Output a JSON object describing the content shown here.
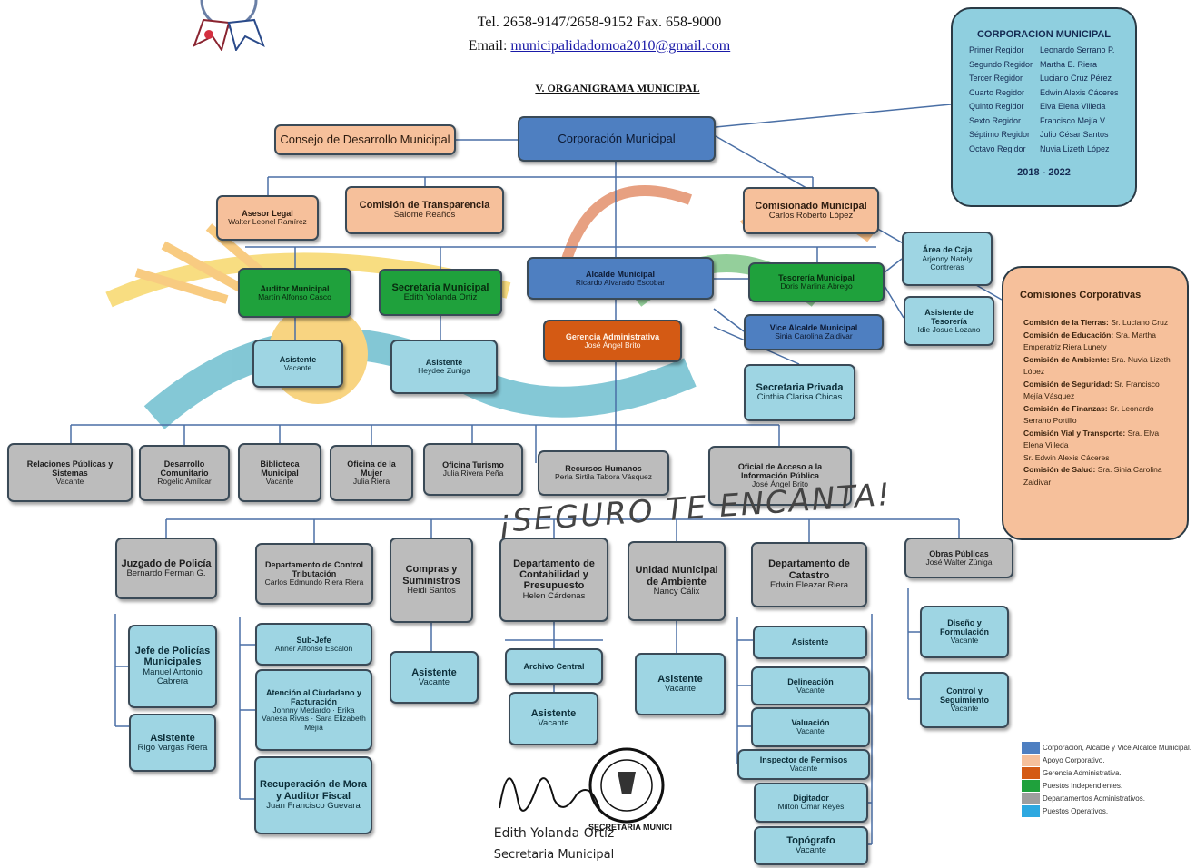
{
  "header": {
    "tel": "Tel. 2658-9147/2658-9152 Fax. 658-9000",
    "email_label": "Email:",
    "email": "municipalidadomoa2010@gmail.com",
    "section_title": "V. ORGANIGRAMA MUNICIPAL"
  },
  "corporacion": {
    "title": "CORPORACION MUNICIPAL",
    "members": [
      {
        "role": "Primer Regidor",
        "name": "Leonardo Serrano P."
      },
      {
        "role": "Segundo Regidor",
        "name": "Martha E. Riera"
      },
      {
        "role": "Tercer Regidor",
        "name": "Luciano Cruz Pérez"
      },
      {
        "role": "Cuarto Regidor",
        "name": "Edwin Alexis Cáceres"
      },
      {
        "role": "Quinto Regidor",
        "name": "Elva Elena Villeda"
      },
      {
        "role": "Sexto Regidor",
        "name": "Francisco Mejía V."
      },
      {
        "role": "Séptimo Regidor",
        "name": "Julio César Santos"
      },
      {
        "role": "Octavo Regidor",
        "name": "Nuvia Lizeth López"
      }
    ],
    "period": "2018 - 2022"
  },
  "comisiones": {
    "title": "Comisiones Corporativas",
    "items": [
      {
        "label": "Comisión de la Tierras:",
        "value": "Sr. Luciano Cruz"
      },
      {
        "label": "Comisión de Educación:",
        "value": "Sra. Martha Emperatriz Riera Lunety"
      },
      {
        "label": "Comisión de Ambiente:",
        "value": "Sra. Nuvia Lizeth López"
      },
      {
        "label": "Comisión de Seguridad:",
        "value": "Sr. Francisco Mejía Vásquez"
      },
      {
        "label": "Comisión de Finanzas:",
        "value": "Sr. Leonardo Serrano Portillo"
      },
      {
        "label": "Comisión Vial y Transporte:",
        "value": "Sra. Elva Elena Villeda"
      },
      {
        "label": "",
        "value": "Sr. Edwin Alexis Cáceres"
      },
      {
        "label": "Comisión de Salud:",
        "value": "Sra. Sinia Carolina Zaldivar"
      }
    ]
  },
  "boxes": {
    "consejo": {
      "title": "Consejo de Desarrollo Municipal"
    },
    "corporacion": {
      "title": "Corporación Municipal"
    },
    "asesor": {
      "title": "Asesor Legal",
      "sub": "Walter Leonel Ramírez"
    },
    "transparencia": {
      "title": "Comisión de Transparencia",
      "sub": "Salome Reaños"
    },
    "comisionado": {
      "title": "Comisionado Municipal",
      "sub": "Carlos Roberto López"
    },
    "alcalde": {
      "title": "Alcalde Municipal",
      "sub": "Ricardo Alvarado Escobar"
    },
    "auditor": {
      "title": "Auditor Municipal",
      "sub": "Martín Alfonso Casco"
    },
    "secretaria": {
      "title": "Secretaria Municipal",
      "sub": "Edith Yolanda Ortiz"
    },
    "tesoreria": {
      "title": "Tesorería Municipal",
      "sub": "Doris Marlina Abrego"
    },
    "caja": {
      "title": "Área de Caja",
      "sub": "Arjenny Nately Contreras"
    },
    "asist_tesoreria": {
      "title": "Asistente de Tesorería",
      "sub": "Idie Josue Lozano"
    },
    "gerencia": {
      "title": "Gerencia Administrativa",
      "sub": "José Ángel Brito"
    },
    "vicealcalde": {
      "title": "Vice Alcalde Municipal",
      "sub": "Sinia Carolina Zaldivar"
    },
    "sec_privada": {
      "title": "Secretaria Privada",
      "sub": "Cinthia Clarisa Chicas"
    },
    "asist_auditor": {
      "title": "Asistente",
      "sub": "Vacante"
    },
    "asist_secretaria": {
      "title": "Asistente",
      "sub": "Heydee Zuniga"
    },
    "relaciones": {
      "title": "Relaciones Públicas y Sistemas",
      "sub": "Vacante"
    },
    "desarrollo": {
      "title": "Desarrollo Comunitario",
      "sub": "Rogelio Amílcar"
    },
    "biblioteca": {
      "title": "Biblioteca Municipal",
      "sub": "Vacante"
    },
    "mujer": {
      "title": "Oficina de la Mujer",
      "sub": "Julia Riera"
    },
    "turismo": {
      "title": "Oficina Turismo",
      "sub": "Julia Rivera Peña"
    },
    "rrhh": {
      "title": "Recursos Humanos",
      "sub": "Perla Sirtila Tabora Vásquez"
    },
    "acceso": {
      "title": "Oficial de Acceso a la Información Pública",
      "sub": "José Ángel Brito"
    },
    "juzgado": {
      "title": "Juzgado de Policía",
      "sub": "Bernardo Ferman G."
    },
    "control": {
      "title": "Departamento de Control Tributación",
      "sub": "Carlos Edmundo Riera Riera"
    },
    "compras": {
      "title": "Compras y Suministros",
      "sub": "Heidi Santos"
    },
    "contabilidad": {
      "title": "Departamento de Contabilidad y Presupuesto",
      "sub": "Helen Cárdenas"
    },
    "ambiente": {
      "title": "Unidad Municipal de Ambiente",
      "sub": "Nancy Cálix"
    },
    "catastro": {
      "title": "Departamento de Catastro",
      "sub": "Edwin Eleazar Riera"
    },
    "obras": {
      "title": "Obras Públicas",
      "sub": "José Walter Zúniga"
    },
    "jefe_policias": {
      "title": "Jefe de Policías Municipales",
      "sub": "Manuel Antonio Cabrera"
    },
    "asist_juzgado": {
      "title": "Asistente",
      "sub": "Rigo Vargas Riera"
    },
    "subjefe": {
      "title": "Sub-Jefe",
      "sub": "Anner Alfonso Escalón"
    },
    "atencion": {
      "title": "Atención al Ciudadano y Facturación",
      "sub": "Johnny Medardo · Erika Vanesa Rivas · Sara Elizabeth Mejía"
    },
    "recuperacion": {
      "title": "Recuperación de Mora y Auditor Fiscal",
      "sub": "Juan Francisco Guevara"
    },
    "asist_compras": {
      "title": "Asistente",
      "sub": "Vacante"
    },
    "archivo": {
      "title": "Archivo Central",
      "sub": ""
    },
    "asist_contab": {
      "title": "Asistente",
      "sub": "Vacante"
    },
    "asist_ambiente": {
      "title": "Asistente",
      "sub": "Vacante"
    },
    "asist_catastro": {
      "title": "Asistente",
      "sub": ""
    },
    "delineacion": {
      "title": "Delineación",
      "sub": "Vacante"
    },
    "valuacion": {
      "title": "Valuación",
      "sub": "Vacante"
    },
    "inspector": {
      "title": "Inspector de Permisos",
      "sub": "Vacante"
    },
    "digitador": {
      "title": "Digitador",
      "sub": "Milton Omar Reyes"
    },
    "topografo": {
      "title": "Topógrafo",
      "sub": "Vacante"
    },
    "diseno": {
      "title": "Diseño y Formulación",
      "sub": "Vacante"
    },
    "control_seg": {
      "title": "Control y Seguimiento",
      "sub": "Vacante"
    }
  },
  "banner": "¡SEGURO TE ENCANTA!",
  "signature": {
    "name": "Edith Yolanda Ortiz",
    "role": "Secretaria Municipal",
    "seal_text": "SECRETARIA MUNICIPAL"
  },
  "legend": [
    {
      "color": "#4e7fc1",
      "label": "Corporación, Alcalde y Vice Alcalde Municipal."
    },
    {
      "color": "#f6c09b",
      "label": "Apoyo Corporativo."
    },
    {
      "color": "#d45a14",
      "label": "Gerencia Administrativa."
    },
    {
      "color": "#1fa13c",
      "label": "Puestos Independientes."
    },
    {
      "color": "#9e9e9e",
      "label": "Departamentos Administrativos."
    },
    {
      "color": "#2da8e0",
      "label": "Puestos Operativos."
    }
  ]
}
